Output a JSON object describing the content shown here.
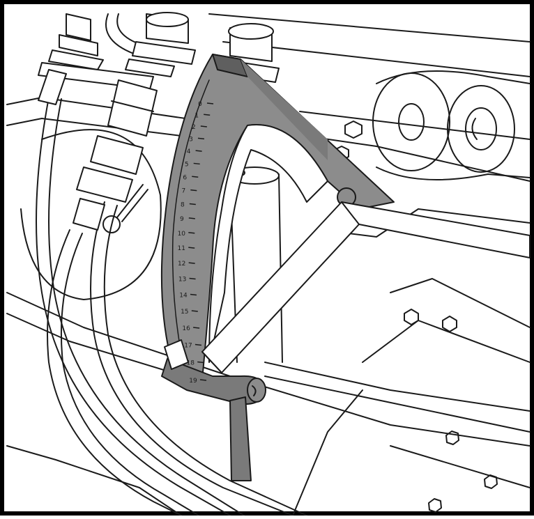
{
  "illustration": {
    "colors": {
      "frame": "#000000",
      "line": "#1a1a1a",
      "paper": "#ffffff",
      "quadrant_fill": "#8c8c8c",
      "quadrant_shadow": "#5f5f5f"
    },
    "scale": {
      "marks": [
        "0",
        "1",
        "2",
        "3",
        "4",
        "5",
        "6",
        "7",
        "8",
        "9",
        "10",
        "11",
        "12",
        "13",
        "14",
        "15",
        "16",
        "17",
        "18",
        "19"
      ]
    },
    "parts": [
      "hydraulic-hose-1",
      "hydraulic-hose-2",
      "hydraulic-hose-3",
      "hose-fitting",
      "quick-coupler",
      "slope-indicator-quadrant",
      "indicator-arm",
      "locking-lever",
      "pivot-bolt",
      "frame-bracket"
    ]
  }
}
